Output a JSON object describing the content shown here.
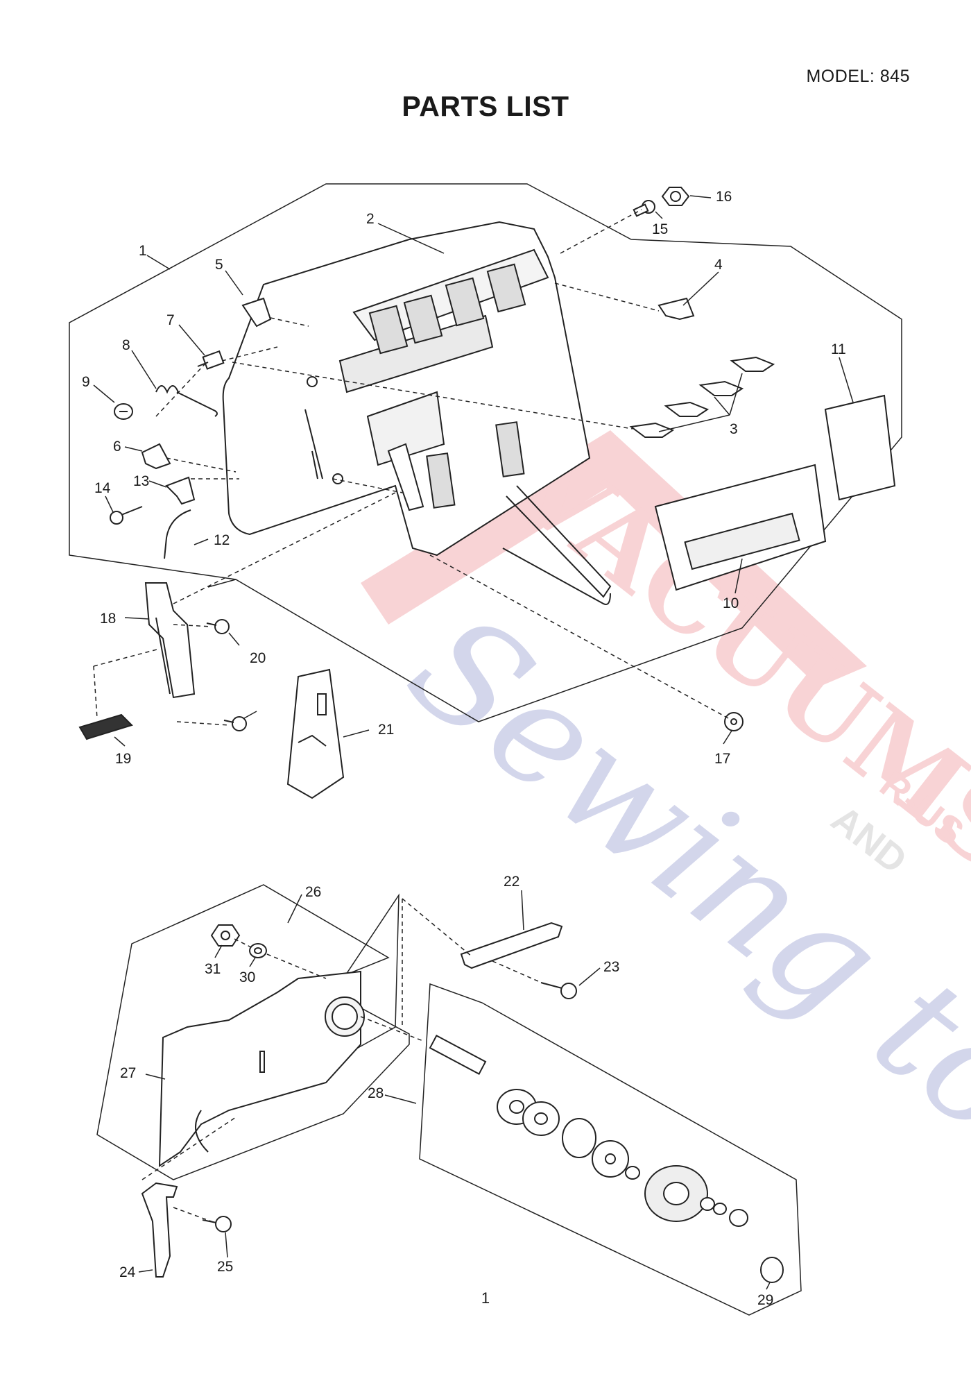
{
  "header": {
    "model_label": "MODEL: 845",
    "title": "PARTS LIST"
  },
  "footer": {
    "page_number": "1"
  },
  "watermark": {
    "script_text": "Sewing too",
    "block_text": "VACUUMS",
    "and_text": "AND",
    "rus_text": "R-US",
    "colors": {
      "red": "#e23a43",
      "blue": "#3a47a8"
    }
  },
  "callouts": [
    "1",
    "2",
    "3",
    "4",
    "5",
    "6",
    "7",
    "8",
    "9",
    "10",
    "11",
    "12",
    "13",
    "14",
    "15",
    "16",
    "17",
    "18",
    "19",
    "20",
    "21",
    "22",
    "23",
    "24",
    "25",
    "26",
    "27",
    "28",
    "29",
    "30",
    "31"
  ]
}
